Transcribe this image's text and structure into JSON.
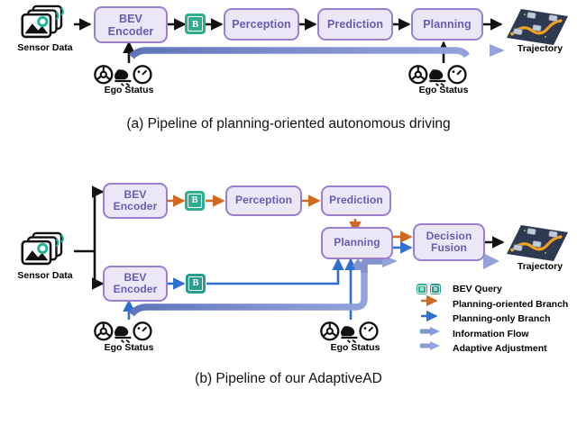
{
  "figure": {
    "panel_a": {
      "caption": "(a) Pipeline of planning-oriented autonomous driving",
      "nodes": {
        "sensor": "Sensor Data",
        "bev_encoder": "BEV\nEncoder",
        "bev_encoder_l1": "BEV",
        "bev_encoder_l2": "Encoder",
        "bev_query": "B",
        "perception": "Perception",
        "prediction": "Prediction",
        "planning": "Planning",
        "trajectory": "Trajectory",
        "ego_status_left": "Ego Status",
        "ego_status_right": "Ego Status"
      }
    },
    "panel_b": {
      "caption": "(b) Pipeline of our AdaptiveAD",
      "nodes": {
        "sensor": "Sensor Data",
        "bev_encoder_top_l1": "BEV",
        "bev_encoder_top_l2": "Encoder",
        "bev_encoder_bottom_l1": "BEV",
        "bev_encoder_bottom_l2": "Encoder",
        "bev_query_top": "B",
        "bev_query_bottom": "B",
        "perception": "Perception",
        "prediction": "Prediction",
        "planning": "Planning",
        "decision_fusion_l1": "Decision",
        "decision_fusion_l2": "Fusion",
        "trajectory": "Trajectory",
        "ego_status_left": "Ego Status",
        "ego_status_right": "Ego Status"
      }
    },
    "legend": {
      "items": [
        {
          "key": "bev-query-badges",
          "label": "BEV Query",
          "badge_a": "B",
          "badge_b": "B"
        },
        {
          "key": "planning-oriented-branch",
          "label": "Planning-oriented Branch"
        },
        {
          "key": "planning-only-branch",
          "label": "Planning-only Branch"
        },
        {
          "key": "information-flow",
          "label": "Information Flow"
        },
        {
          "key": "adaptive-adjustment",
          "label": "Adaptive Adjustment"
        }
      ]
    },
    "colors": {
      "box_fill": "#ece7f7",
      "box_border": "#9a7fd0",
      "box_text": "#6a5ab4",
      "badge_teal": "#2fae8f",
      "badge_teal_alt": "#2a9d8f",
      "arrow_black": "#111111",
      "branch_orange": "#d2691e",
      "branch_blue": "#2f6fd0",
      "info_flow": "#7f93cf",
      "adaptive": "#8a9ad4",
      "trajectory_road": "#2e3a52",
      "trajectory_path": "#f0a01e",
      "sensor_teal": "#23b0a0",
      "caption_text": "#111111"
    }
  }
}
